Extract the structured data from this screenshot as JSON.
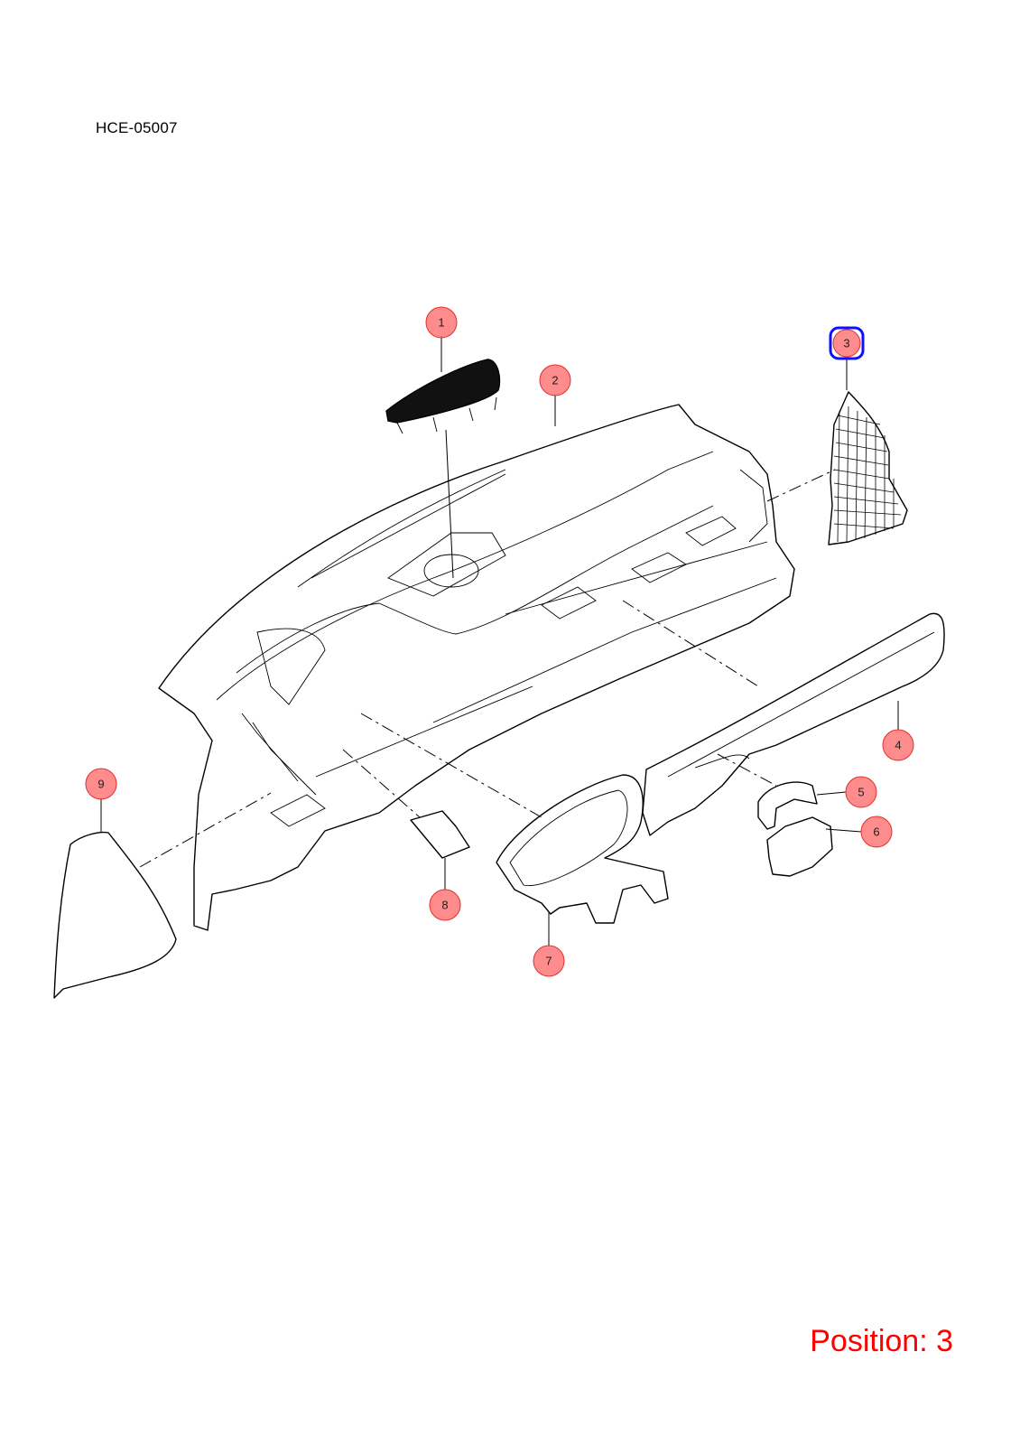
{
  "diagram": {
    "code": "HCE-05007",
    "position_label": "Position: 3",
    "selected_callout": "3",
    "callouts": [
      {
        "number": "1"
      },
      {
        "number": "2"
      },
      {
        "number": "3"
      },
      {
        "number": "4"
      },
      {
        "number": "5"
      },
      {
        "number": "6"
      },
      {
        "number": "7"
      },
      {
        "number": "8"
      },
      {
        "number": "9"
      }
    ]
  }
}
